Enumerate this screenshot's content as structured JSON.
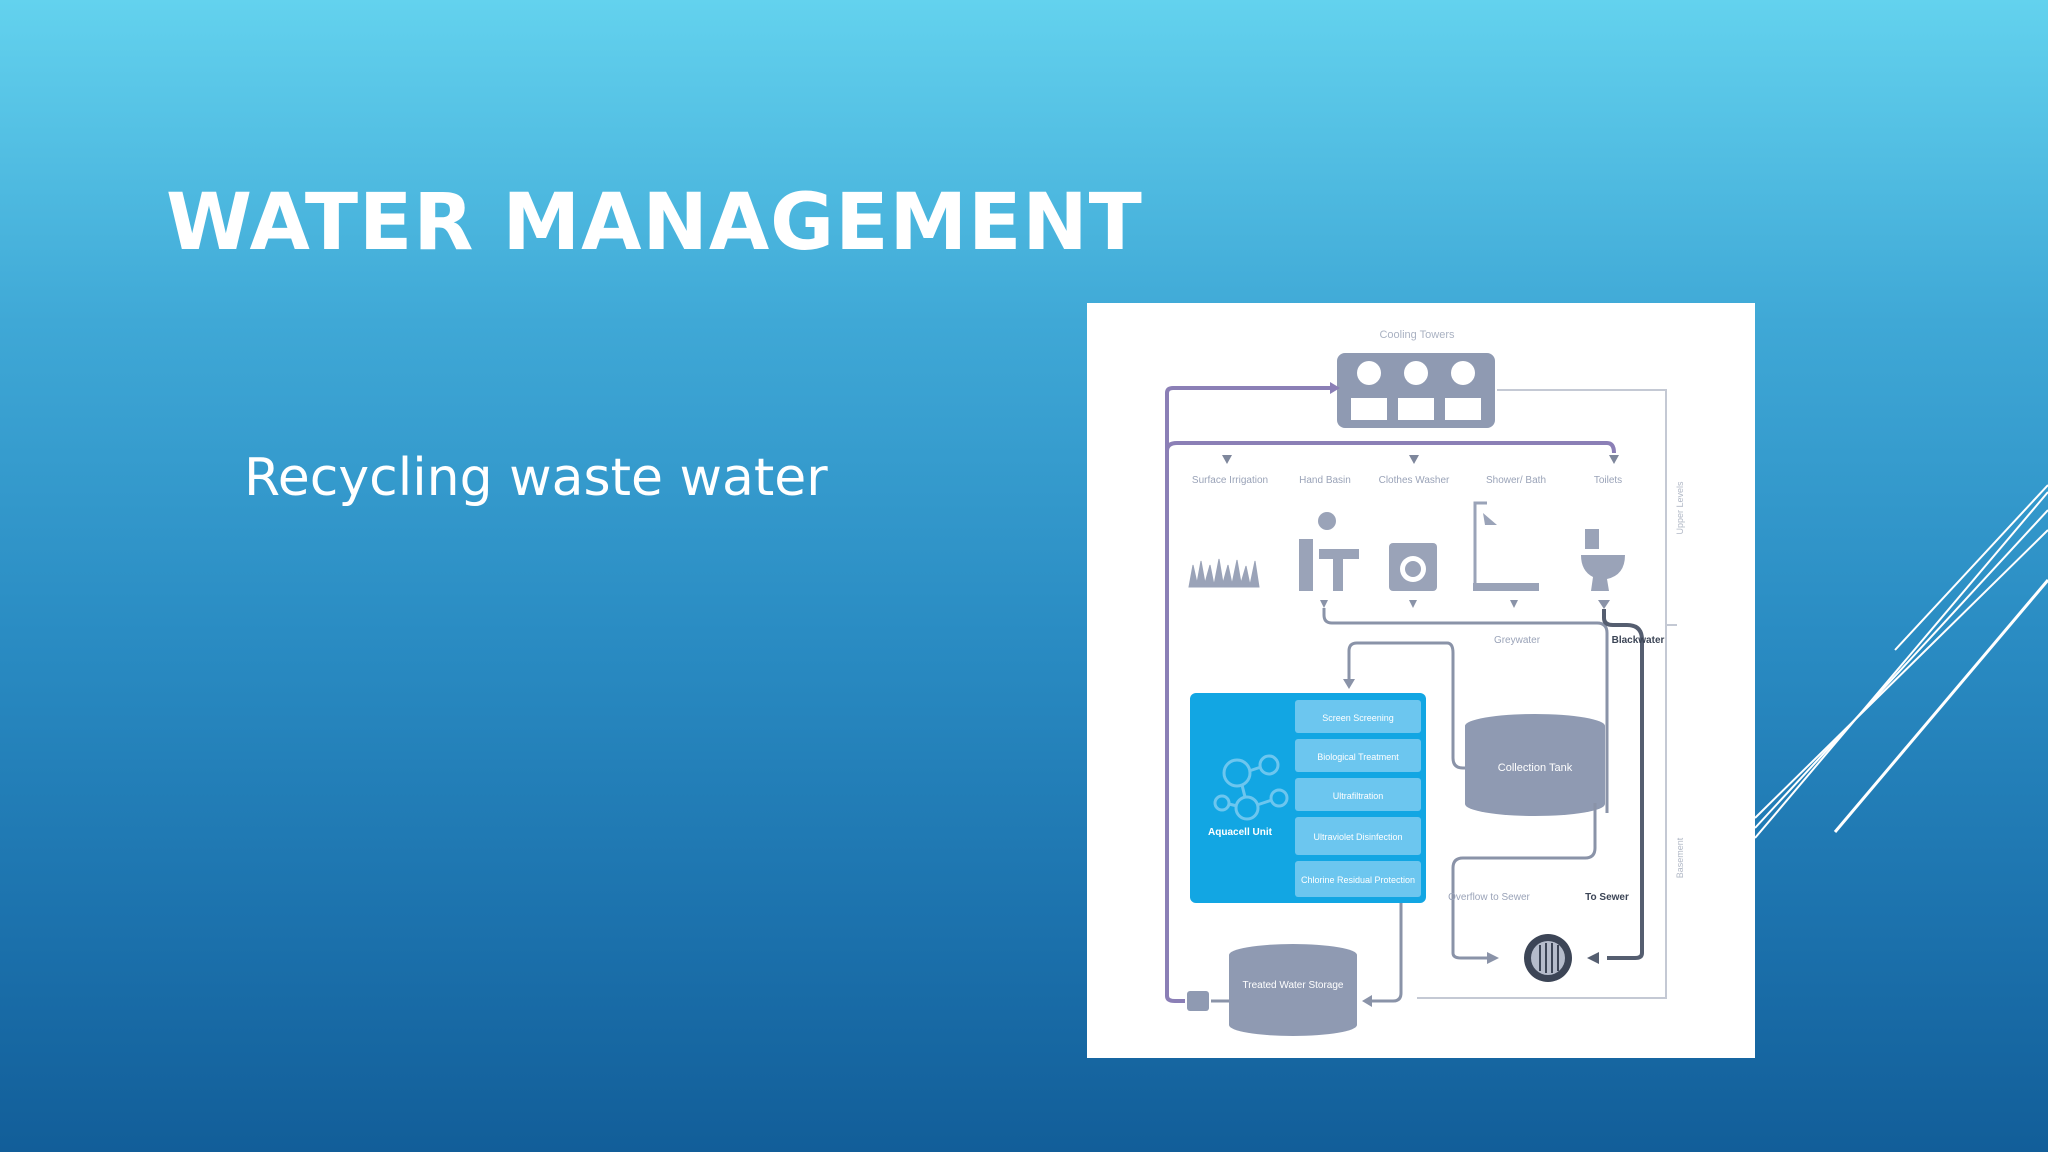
{
  "slide": {
    "title": "WATER MANAGEMENT",
    "bullet": "Recycling waste water"
  },
  "diagram": {
    "cooling_towers": "Cooling Towers",
    "uses": [
      "Surface Irrigation",
      "Hand Basin",
      "Clothes Washer",
      "Shower/ Bath",
      "Toilets"
    ],
    "upper_levels": "Upper Levels",
    "basement": "Basement",
    "greywater": "Greywater",
    "blackwater": "Blackwater",
    "aquacell_unit": "Aquacell Unit",
    "treatment_steps": [
      "Screen Screening",
      "Biological Treatment",
      "Ultrafiltration",
      "Ultraviolet Disinfection",
      "Chlorine Residual Protection"
    ],
    "collection_tank": "Collection Tank",
    "overflow": "Overflow to Sewer",
    "to_sewer": "To Sewer",
    "storage": "Treated Water Storage"
  },
  "colors": {
    "accent_blue": "#12a6e3",
    "line_gray": "#8a93a8",
    "line_purple": "#8b7fb6",
    "icon_gray": "#9aa3b8"
  }
}
